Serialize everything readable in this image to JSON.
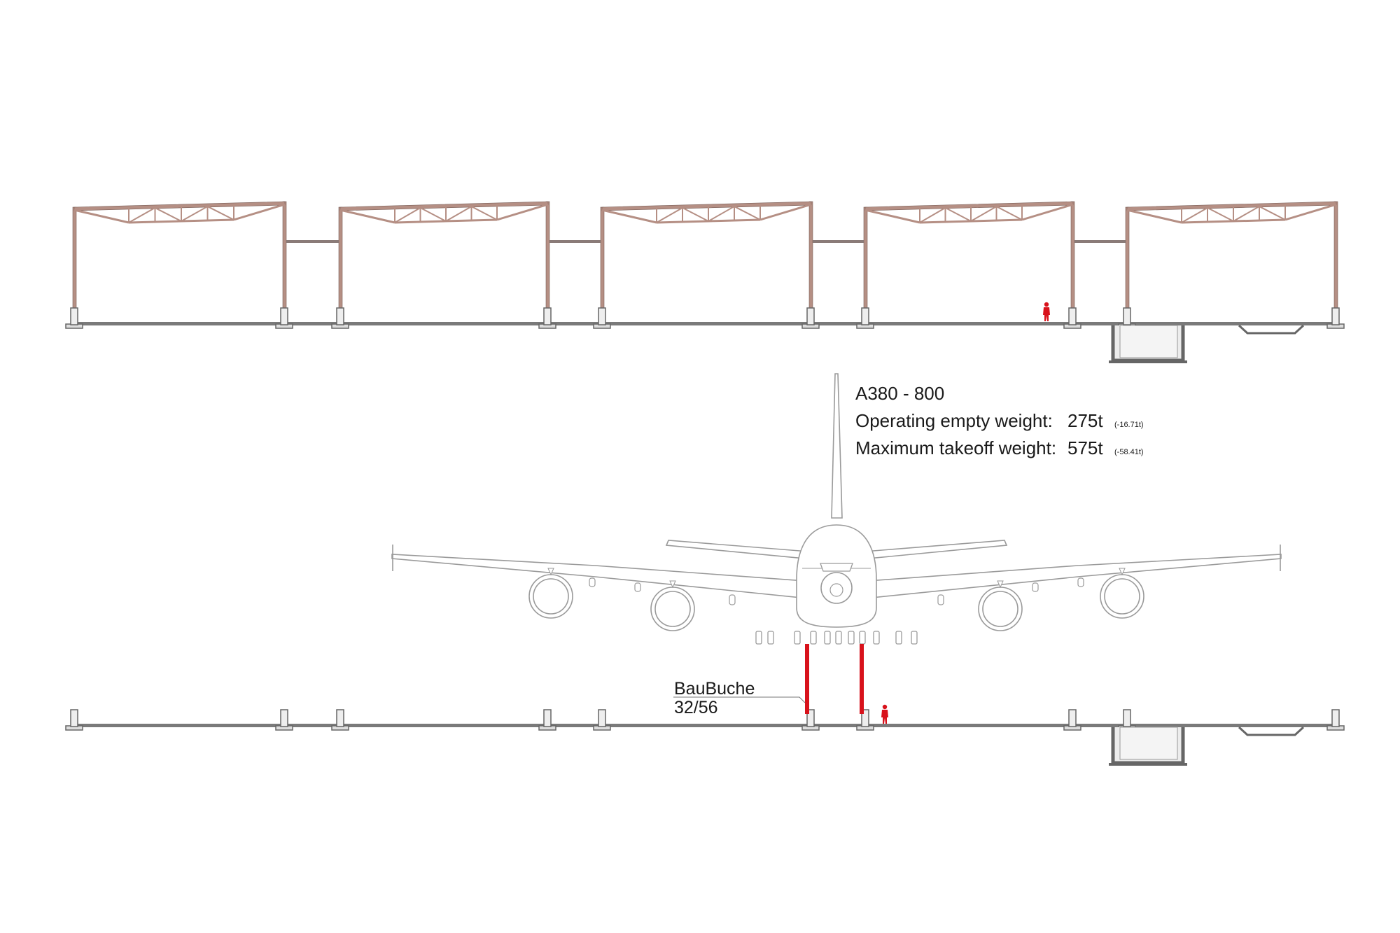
{
  "aircraft": {
    "model": "A380 - 800",
    "empty_weight_label": "Operating empty weight:",
    "empty_weight_value": "275t",
    "empty_weight_note": "(-16.71t)",
    "max_weight_label": "Maximum takeoff weight:",
    "max_weight_value": "575t",
    "max_weight_note": "(-58.41t)"
  },
  "material": {
    "name": "BauBuche",
    "dimension": "32/56"
  },
  "colors": {
    "timber": "#b58f84",
    "line": "#555555",
    "outline": "#9a9a9a",
    "accent": "#d8121b",
    "slab": "#7a7a7a",
    "pit_fill": "#ececec"
  }
}
